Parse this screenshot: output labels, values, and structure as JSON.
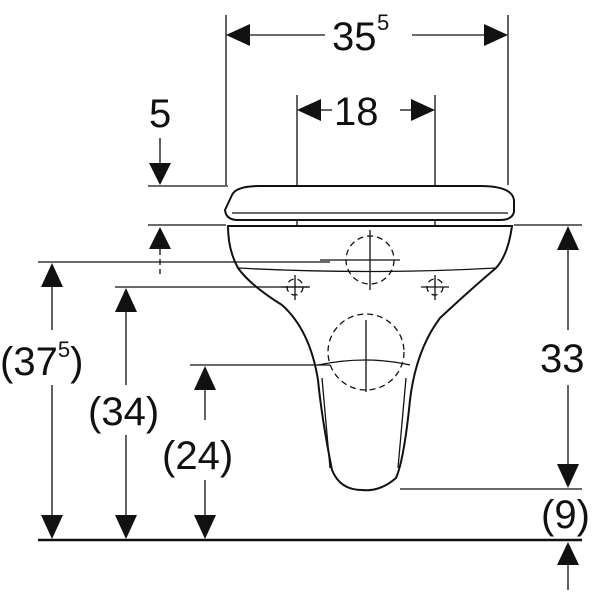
{
  "dimensions": {
    "overall_width": {
      "main": "35",
      "sup": "5"
    },
    "fixing_distance": "18",
    "seat_offset": "5",
    "height_right": "33",
    "bottom_to_floor": "(9)",
    "overall_height": {
      "open": "(37",
      "sup": "5",
      "close": ")"
    },
    "fixing_height": "(34)",
    "outlet_height": "(24)"
  }
}
